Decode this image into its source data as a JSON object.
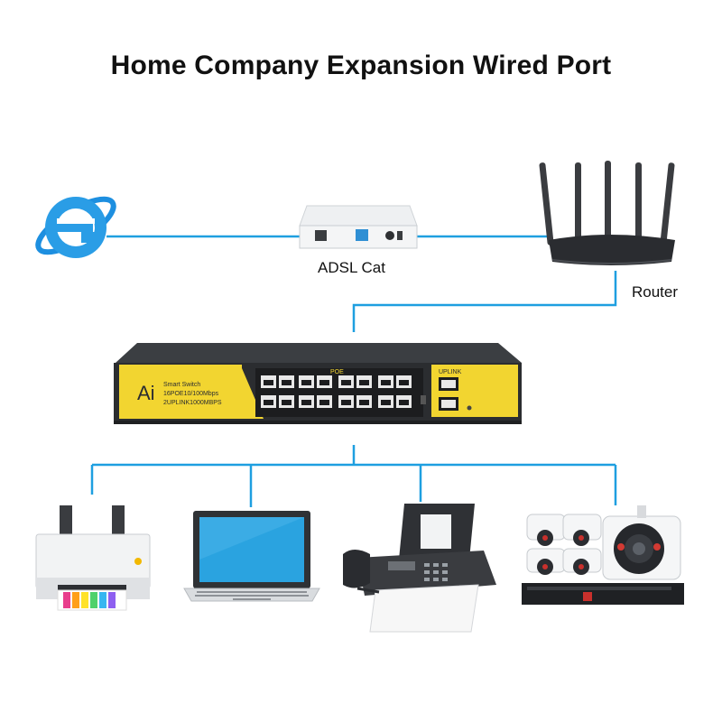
{
  "title": "Home Company Expansion Wired Port",
  "colors": {
    "connection_line": "#1e9fe0",
    "switch_body": "#2b2d30",
    "switch_panel": "#f2d530",
    "ie_logo": "#1d8fe0"
  },
  "labels": {
    "adsl": "ADSL Cat",
    "router": "Router"
  },
  "switch": {
    "brand": "Ai",
    "line1": "Smart Switch",
    "line2": "16POE10/100Mbps",
    "line3": "2UPLINK1000MBPS",
    "poe_label": "POE",
    "uplink_label": "UPLINK"
  },
  "icons": [
    "internet-explorer-icon",
    "adsl-modem-icon",
    "router-icon",
    "poe-switch-icon",
    "printer-icon",
    "laptop-icon",
    "fax-machine-icon",
    "cctv-cameras-icon"
  ]
}
